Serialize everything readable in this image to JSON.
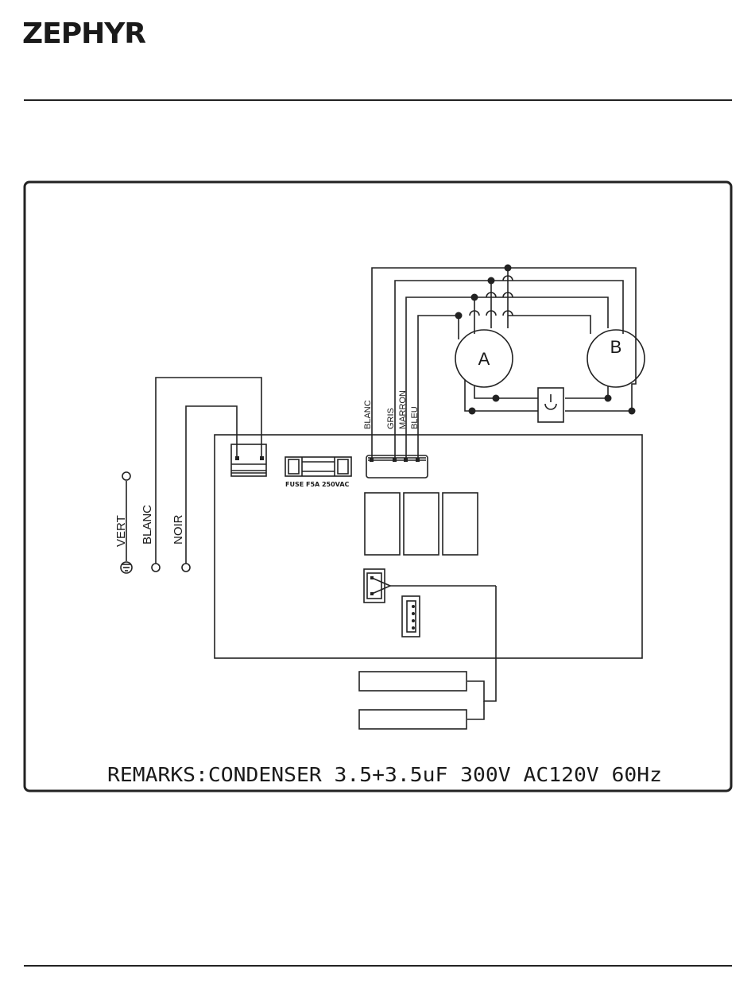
{
  "header": {
    "brand": "ZEPHYR"
  },
  "diagram": {
    "supply_labels": {
      "ground": "VERT",
      "neutral": "BLANC",
      "line": "NOIR"
    },
    "connector_labels": {
      "white": "BLANC",
      "gray": "GRIS",
      "brown": "MARRON",
      "blue": "BLEU"
    },
    "fuse_label": "FUSE F5A 250VAC",
    "motor_a": "A",
    "motor_b": "B",
    "remarks": "REMARKS:CONDENSER 3.5+3.5uF 300V AC120V 60Hz"
  }
}
